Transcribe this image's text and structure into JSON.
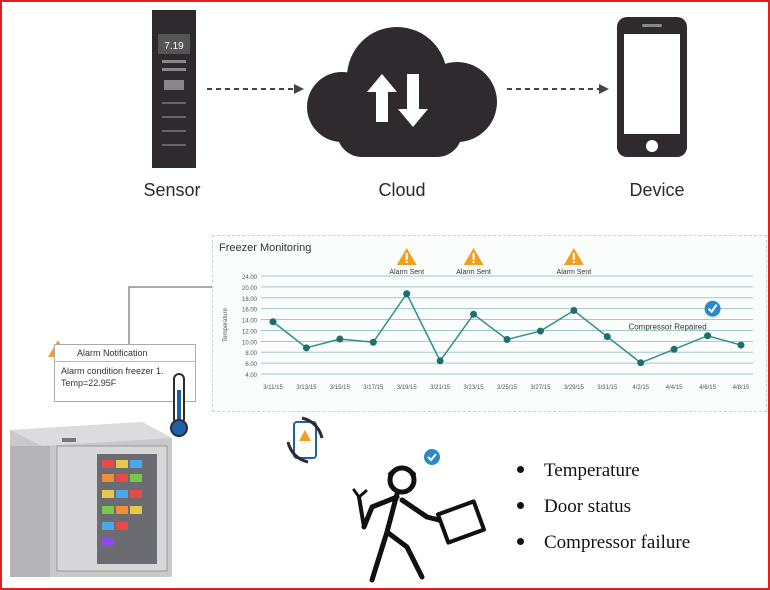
{
  "flow": {
    "sensor_label": "Sensor",
    "cloud_label": "Cloud",
    "device_label": "Device",
    "sensor_display": "7.19"
  },
  "chart_data": {
    "type": "line",
    "title": "Freezer Monitoring",
    "ylabel": "Temperature",
    "y_ticks": [
      "24.00",
      "20.00",
      "18.00",
      "16.00",
      "14.00",
      "12.00",
      "10.00",
      "8.00",
      "6.00",
      "4.00"
    ],
    "x": [
      "3/11/15",
      "3/13/15",
      "3/15/15",
      "3/17/15",
      "3/19/15",
      "3/21/15",
      "3/23/15",
      "3/25/15",
      "3/27/15",
      "3/29/15",
      "3/31/15",
      "4/2/15",
      "4/4/15",
      "4/6/15",
      "4/8/15"
    ],
    "values": [
      14.2,
      8.6,
      10.5,
      9.8,
      20.2,
      5.8,
      15.8,
      10.4,
      12.2,
      16.6,
      11.0,
      5.4,
      8.3,
      11.2,
      9.2
    ],
    "ylim": [
      3,
      24
    ],
    "grid": true,
    "line_color": "#2f8f8f",
    "annotations": [
      {
        "text": "Alarm Sent",
        "x_index": 4
      },
      {
        "text": "Alarm Sent",
        "x_index": 6
      },
      {
        "text": "Alarm Sent",
        "x_index": 9
      },
      {
        "text": "Compressor Repaired",
        "x_index": 13
      }
    ]
  },
  "notification": {
    "title": "Alarm Notification",
    "line1": "Alarm condition freezer 1.",
    "line2": "Temp=22.95F"
  },
  "bullets": [
    "Temperature",
    "Door status",
    "Compressor failure"
  ],
  "colors": {
    "border": "#e02020",
    "icon_dark": "#2e2a2e",
    "warning": "#f0a020",
    "teal": "#2f8f8f",
    "check": "#2a88c8"
  }
}
